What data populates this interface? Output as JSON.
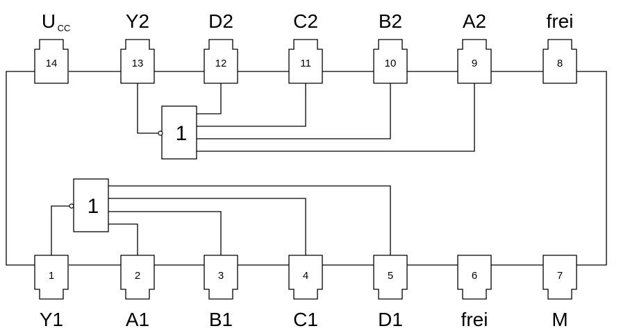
{
  "pins": {
    "top": [
      {
        "number": "14",
        "name": "U",
        "sub": "CC"
      },
      {
        "number": "13",
        "name": "Y2"
      },
      {
        "number": "12",
        "name": "D2"
      },
      {
        "number": "11",
        "name": "C2"
      },
      {
        "number": "10",
        "name": "B2"
      },
      {
        "number": "9",
        "name": "A2"
      },
      {
        "number": "8",
        "name": "frei"
      }
    ],
    "bottom": [
      {
        "number": "1",
        "name": "Y1"
      },
      {
        "number": "2",
        "name": "A1"
      },
      {
        "number": "3",
        "name": "B1"
      },
      {
        "number": "4",
        "name": "C1"
      },
      {
        "number": "5",
        "name": "D1"
      },
      {
        "number": "6",
        "name": "frei"
      },
      {
        "number": "7",
        "name": "M"
      }
    ]
  },
  "gates": {
    "upper": {
      "label": "1"
    },
    "lower": {
      "label": "1"
    }
  }
}
